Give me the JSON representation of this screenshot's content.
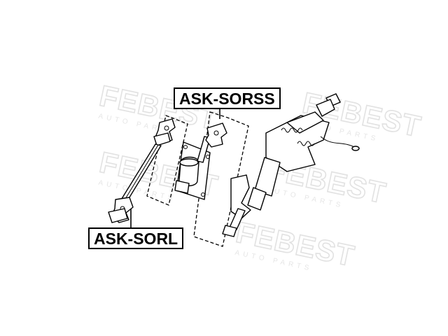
{
  "watermark": {
    "brand": "FEBEST",
    "subtitle": "AUTO PARTS"
  },
  "labels": {
    "upper_part_number": "ASK-SORSS",
    "lower_part_number": "ASK-SORL"
  },
  "colors": {
    "line": "#000000",
    "background": "#ffffff",
    "watermark": "#e2e2e2"
  }
}
